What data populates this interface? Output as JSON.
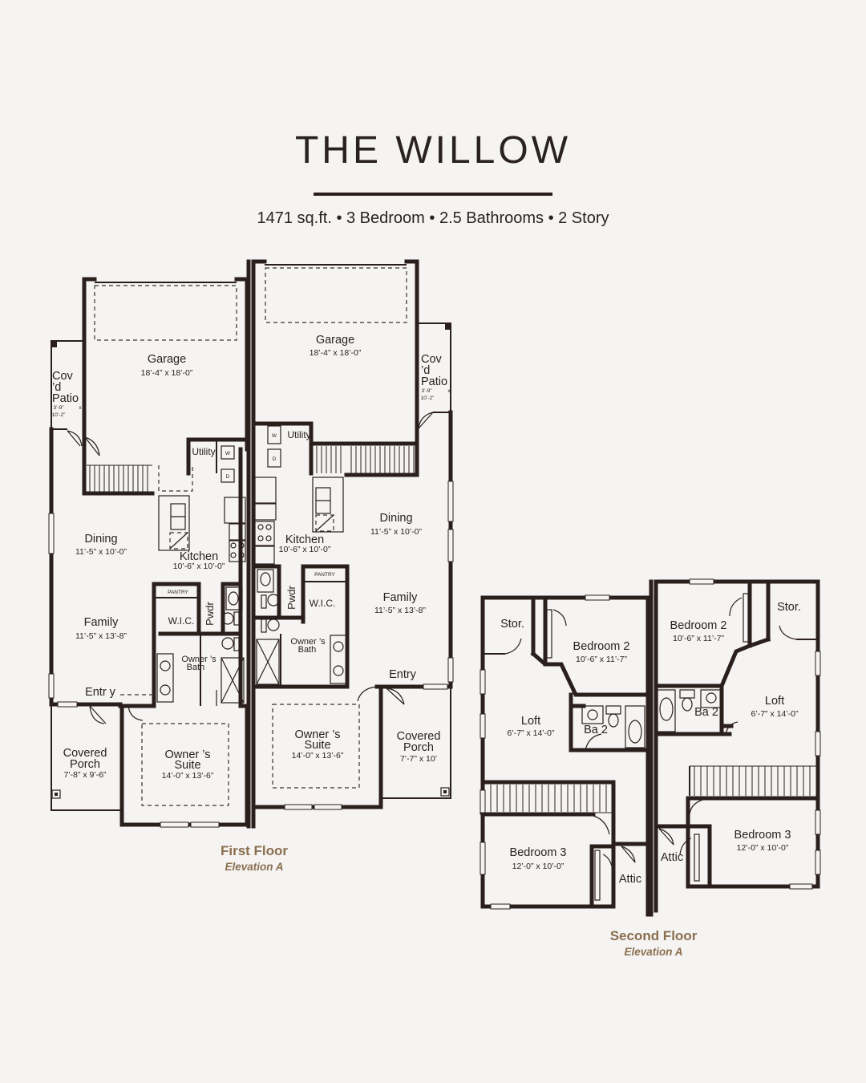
{
  "header": {
    "title": "THE WILLOW",
    "subtitle": "1471 sq.ft. • 3 Bedroom • 2.5 Bathrooms • 2 Story"
  },
  "first_floor": {
    "label": "First Floor",
    "elevation": "Elevation A",
    "left_unit": {
      "garage": {
        "name": "Garage",
        "dim": "18’-4” x 18’-0”"
      },
      "patio": {
        "line1": "Cov",
        "line2": "’d",
        "line3": "Patio",
        "dim1": "3’-9”",
        "x": "x",
        "dim2": "10’-2”"
      },
      "utility": "Utility",
      "washer": "W",
      "dryer": "D",
      "dining": {
        "name": "Dining",
        "dim": "11’-5” x 10’-0”"
      },
      "kitchen": {
        "name": "Kitchen",
        "dim": "10’-6” x 10’-0”"
      },
      "pantry": "PANTRY",
      "pwdr": "Pwdr",
      "wic": "W.I.C.",
      "family": {
        "name": "Family",
        "dim": "11’-5” x 13’-8”"
      },
      "owners_bath": {
        "line1": "Owner ’s",
        "line2": "Bath"
      },
      "entry": "Entr y",
      "porch": {
        "line1": "Covered",
        "line2": "Porch",
        "dim": "7’-8” x 9’-6”"
      },
      "suite": {
        "line1": "Owner ’s",
        "line2": "Suite",
        "dim": "14’-0” x 13’-6”"
      }
    },
    "right_unit": {
      "garage": {
        "name": "Garage",
        "dim": "18’-4” x 18’-0”"
      },
      "patio": {
        "line1": "Cov",
        "line2": "’d",
        "line3": "Patio",
        "dim1": "3’-9”",
        "x": "x",
        "dim2": "10’-2”"
      },
      "utility": "Utility",
      "washer": "W",
      "dryer": "D",
      "dining": {
        "name": "Dining",
        "dim": "11’-5” x 10’-0”"
      },
      "kitchen": {
        "name": "Kitchen",
        "dim": "10’-6” x 10’-0”"
      },
      "pantry": "PANTRY",
      "pwdr": "Pwdr",
      "wic": "W.I.C.",
      "family": {
        "name": "Family",
        "dim": "11’-5” x 13’-8”"
      },
      "owners_bath": {
        "line1": "Owner ’s",
        "line2": "Bath"
      },
      "entry": "Entry",
      "porch": {
        "line1": "Covered",
        "line2": "Porch",
        "dim": "7’-7” x 10’"
      },
      "suite": {
        "line1": "Owner ’s",
        "line2": "Suite",
        "dim": "14’-0” x 13’-6”"
      }
    }
  },
  "second_floor": {
    "label": "Second Floor",
    "elevation": "Elevation A",
    "left_unit": {
      "storage": "Stor.",
      "bedroom2": {
        "name": "Bedroom 2",
        "dim": "10’-6” x 11’-7”"
      },
      "loft": {
        "name": "Loft",
        "dim": "6’-7” x 14’-0”"
      },
      "bath2": "Ba 2",
      "bedroom3": {
        "name": "Bedroom 3",
        "dim": "12’-0” x 10’-0”"
      },
      "attic": "Attic"
    },
    "right_unit": {
      "storage": "Stor.",
      "bedroom2": {
        "name": "Bedroom 2",
        "dim": "10’-6” x 11’-7”"
      },
      "loft": {
        "name": "Loft",
        "dim": "6’-7” x 14’-0”"
      },
      "bath2": "Ba 2",
      "bedroom3": {
        "name": "Bedroom 3",
        "dim": "12’-0” x 10’-0”"
      },
      "attic": "Attic"
    }
  }
}
